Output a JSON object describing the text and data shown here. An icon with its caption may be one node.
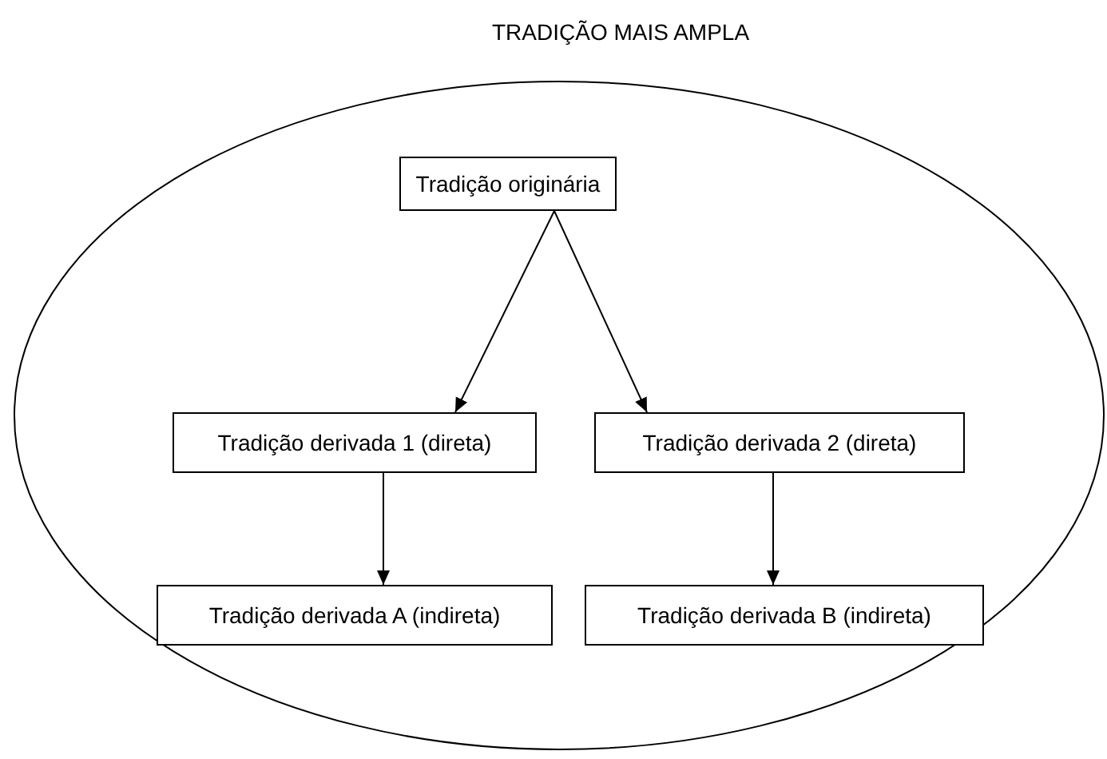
{
  "diagram": {
    "nodes": [
      {
        "text": [
          "TRADIÇÃO MAIS AMPLA"
        ]
      },
      {
        "text": [
          "Tradição originária"
        ],
        "in": 0
      },
      {
        "text": [
          "Tradição derivada 1 (direta)"
        ],
        "in": 0
      },
      {
        "text": [
          "Tradição derivada 2 (direta)"
        ],
        "in": 0
      },
      {
        "text": [
          "Tradição derivada A (indireta)"
        ],
        "in": 0
      },
      {
        "text": [
          "Tradição derivada B (indireta)"
        ],
        "in": 0
      }
    ],
    "edges": [
      {
        "from": 1,
        "to": 2,
        "arrow": "to"
      },
      {
        "from": 1,
        "to": 3,
        "arrow": "to"
      },
      {
        "from": 2,
        "to": 4,
        "arrow": "to"
      },
      {
        "from": 3,
        "to": 5,
        "arrow": "to"
      }
    ]
  }
}
